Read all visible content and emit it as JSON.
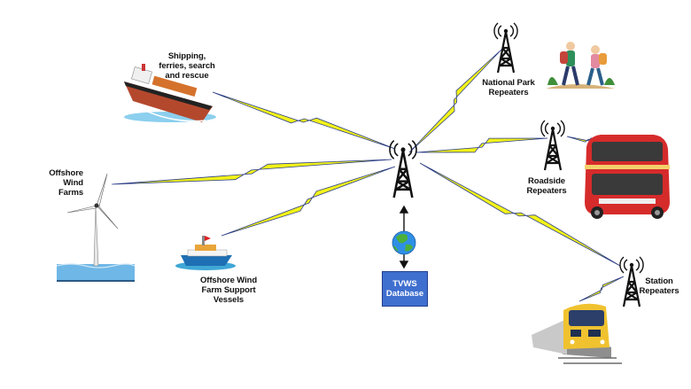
{
  "labels": {
    "shipping": "Shipping,\nferries, search\nand rescue",
    "offshore_farms": "Offshore\nWind\nFarms",
    "support_vessels": "Offshore Wind\nFarm Support\nVessels",
    "national_park": "National Park\nRepeaters",
    "roadside": "Roadside\nRepeaters",
    "station": "Station\nRepeaters",
    "database": "TVWS\nDatabase"
  },
  "icons": {
    "hub": "radio-tower-icon",
    "database": "globe-icon",
    "repeater": "radio-tower-icon",
    "ship": "cargo-ship-icon",
    "turbine": "wind-turbine-icon",
    "vessel": "support-boat-icon",
    "hikers": "hikers-icon",
    "bus": "double-decker-bus-icon",
    "train": "train-icon"
  },
  "colors": {
    "link_fill": "#f2f21a",
    "link_edge": "#2d3f86",
    "database_fill": "#3f6fcf",
    "tower": "#111111",
    "sea": "#6fb7e6"
  }
}
